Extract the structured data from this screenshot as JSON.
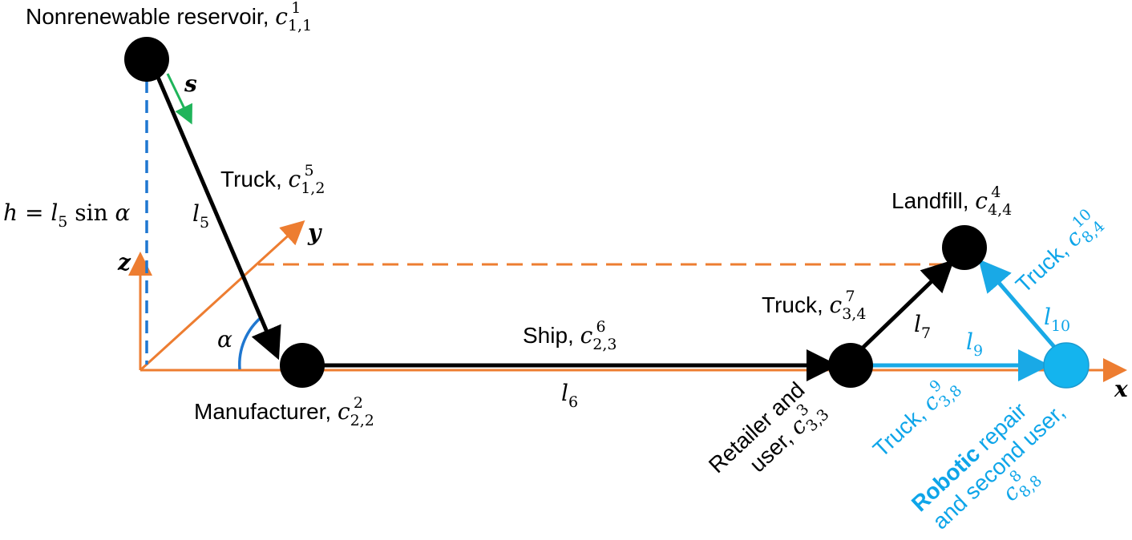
{
  "colors": {
    "black": "#000000",
    "axis_orange": "#ed7d31",
    "cyan": "#19a9e6",
    "node_cyan": "#14b4ee",
    "dash_blue": "#1f77d0",
    "green": "#1fb45a"
  },
  "nodes": {
    "reservoir": {
      "label": "Nonrenewable reservoir, ",
      "sym": "c",
      "sub": "1,1",
      "sup": "1"
    },
    "manufacturer": {
      "label": "Manufacturer, ",
      "sym": "c",
      "sub": "2,2",
      "sup": "2"
    },
    "retailer": {
      "line1": "Retailer and",
      "line2": "user, ",
      "sym": "c",
      "sub": "3,3",
      "sup": "3"
    },
    "landfill": {
      "label": "Landfill, ",
      "sym": "c",
      "sub": "4,4",
      "sup": "4"
    },
    "robotic": {
      "line1_bold": "Robotic",
      "line1_rest": " repair",
      "line2": "and second user,",
      "sym": "c",
      "sub": "8,8",
      "sup": "8"
    }
  },
  "edges": {
    "truck_12": {
      "label": "Truck, ",
      "sym": "c",
      "sub": "1,2",
      "sup": "5",
      "length_sym": "l",
      "length_sub": "5"
    },
    "ship_23": {
      "label": "Ship, ",
      "sym": "c",
      "sub": "2,3",
      "sup": "6",
      "length_sym": "l",
      "length_sub": "6"
    },
    "truck_34": {
      "label": "Truck, ",
      "sym": "c",
      "sub": "3,4",
      "sup": "7",
      "length_sym": "l",
      "length_sub": "7"
    },
    "truck_38": {
      "label": "Truck, ",
      "sym": "c",
      "sub": "3,8",
      "sup": "9",
      "length_sym": "l",
      "length_sub": "9"
    },
    "truck_84": {
      "label": "Truck, ",
      "sym": "c",
      "sub": "8,4",
      "sup": "10",
      "length_sym": "l",
      "length_sub": "10"
    }
  },
  "axes": {
    "x": "x",
    "y": "y",
    "z": "z"
  },
  "annotations": {
    "height_h": "h",
    "height_eq": " = ",
    "height_l": "l",
    "height_l_sub": "5",
    "height_sin": " sin ",
    "height_alpha": "α",
    "angle": "α",
    "direction": "s"
  }
}
